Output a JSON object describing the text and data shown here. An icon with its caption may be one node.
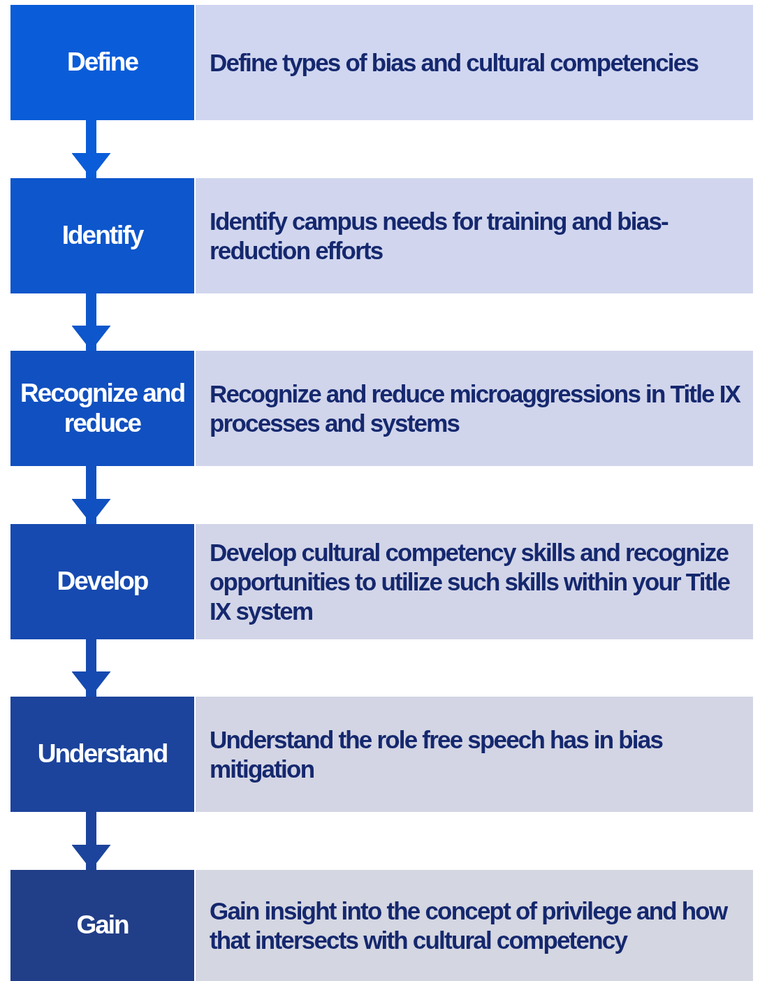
{
  "diagram": {
    "nodes": [
      {
        "text": [
          "Define"
        ]
      },
      {
        "text": [
          "Define types of bias and cultural competencies"
        ]
      },
      {
        "text": [
          "Identify"
        ]
      },
      {
        "text": [
          "Identify campus needs for training and bias-reduction efforts"
        ]
      },
      {
        "text": [
          "Recognize and reduce"
        ]
      },
      {
        "text": [
          "Recognize and reduce microaggressions in Title IX processes and systems"
        ]
      },
      {
        "text": [
          "Develop"
        ]
      },
      {
        "text": [
          "Develop cultural competency skills and recognize opportunities to utilize such skills within your Title IX system"
        ]
      },
      {
        "text": [
          "Understand"
        ]
      },
      {
        "text": [
          "Understand the role free speech has in bias mitigation"
        ]
      },
      {
        "text": [
          "Gain"
        ]
      },
      {
        "text": [
          "Gain insight into the concept of privilege and how that intersects with cultural competency"
        ]
      }
    ],
    "edges": [
      {
        "from": 0,
        "to": 2,
        "arrow": "to"
      },
      {
        "from": 2,
        "to": 4,
        "arrow": "to"
      },
      {
        "from": 4,
        "to": 6,
        "arrow": "to"
      },
      {
        "from": 6,
        "to": 8,
        "arrow": "to"
      },
      {
        "from": 8,
        "to": 10,
        "arrow": "to"
      }
    ]
  }
}
